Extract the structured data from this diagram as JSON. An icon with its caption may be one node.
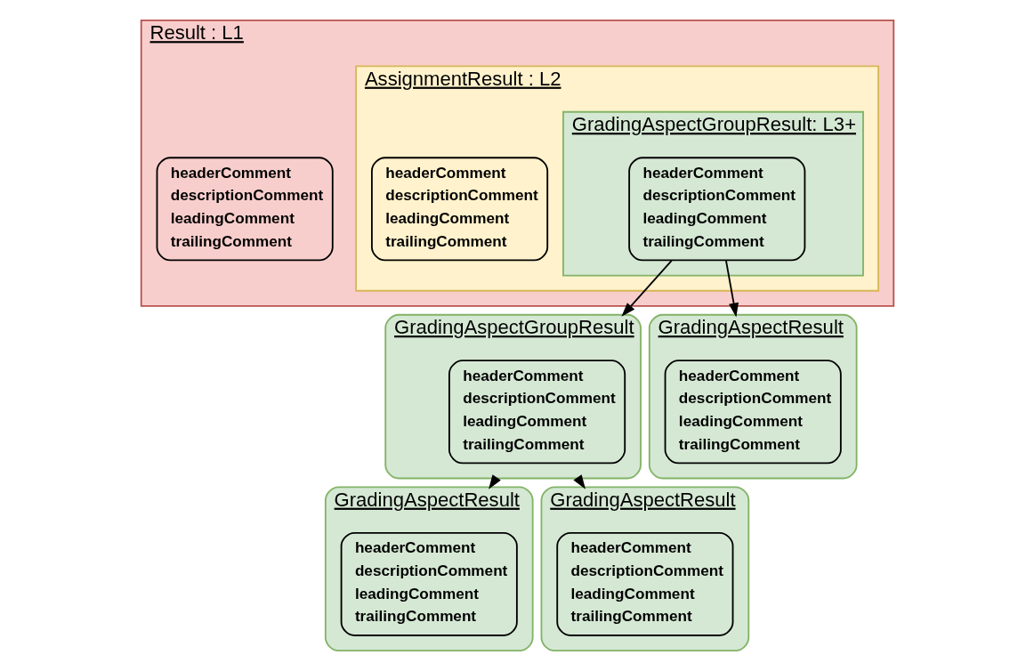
{
  "diagram": {
    "nodes": [
      {
        "text": [
          "Result : L1"
        ]
      },
      {
        "text": [
          "headerComment",
          "descriptionComment",
          "leadingComment",
          "trailingComment"
        ],
        "in": 0
      },
      {
        "text": [
          "AssignmentResult : L2"
        ],
        "in": 0
      },
      {
        "text": [
          "headerComment",
          "descriptionComment",
          "leadingComment",
          "trailingComment"
        ],
        "in": 2
      },
      {
        "text": [
          "GradingAspectGroupResult: L3+"
        ],
        "in": 2
      },
      {
        "text": [
          "headerComment",
          "descriptionComment",
          "leadingComment",
          "trailingComment"
        ],
        "in": 4
      },
      {
        "text": [
          "GradingAspectGroupResult"
        ]
      },
      {
        "text": [
          "headerComment",
          "descriptionComment",
          "leadingComment",
          "trailingComment"
        ],
        "in": 6
      },
      {
        "text": [
          "GradingAspectResult"
        ]
      },
      {
        "text": [
          "headerComment",
          "descriptionComment",
          "leadingComment",
          "trailingComment"
        ],
        "in": 8
      },
      {
        "text": [
          "GradingAspectResult"
        ]
      },
      {
        "text": [
          "headerComment",
          "descriptionComment",
          "leadingComment",
          "trailingComment"
        ],
        "in": 10
      },
      {
        "text": [
          "GradingAspectResult"
        ]
      },
      {
        "text": [
          "headerComment",
          "descriptionComment",
          "leadingComment",
          "trailingComment"
        ],
        "in": 12
      }
    ],
    "edges": [
      {
        "from": 5,
        "to": 6,
        "arrow": "to"
      },
      {
        "from": 5,
        "to": 8,
        "arrow": "to"
      },
      {
        "from": 6,
        "to": 10,
        "arrow": "to"
      },
      {
        "from": 6,
        "to": 12,
        "arrow": "to"
      }
    ]
  }
}
